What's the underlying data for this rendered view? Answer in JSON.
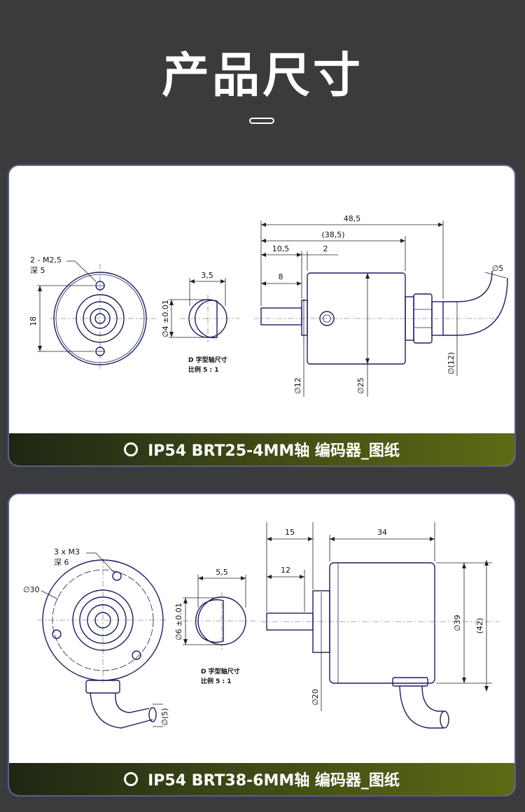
{
  "page_title": "产品尺寸",
  "drawing1": {
    "caption": "IP54 BRT25-4MM轴 编码器_图纸",
    "hole_spec_line1": "2 - M2,5",
    "hole_spec_line2": "深 5",
    "dim_18": "18",
    "dim_3_5": "3,5",
    "dim_phi4": "∅4 ±0.01",
    "shaft_note_line1": "D 字型轴尺寸",
    "shaft_note_line2": "比例 5 : 1",
    "dim_48_5": "48,5",
    "dim_38_5": "(38,5)",
    "dim_10_5": "10,5",
    "dim_2": "2",
    "dim_8": "8",
    "dim_phi5": "∅5",
    "dim_phi12": "∅12",
    "dim_phi25": "∅25",
    "dim_phi12_paren": "∅(12)"
  },
  "drawing2": {
    "caption": "IP54 BRT38-6MM轴 编码器_图纸",
    "hole_spec_line1": "3 x M3",
    "hole_spec_line2": "深 6",
    "dim_phi30": "∅30",
    "dim_5_5": "5,5",
    "dim_phi6": "∅6 ±0.01",
    "shaft_note_line1": "D 字型轴尺寸",
    "shaft_note_line2": "比例 5 : 1",
    "dim_phi5_paren": "∅(5)",
    "dim_15": "15",
    "dim_34": "34",
    "dim_12": "12",
    "dim_phi39": "∅39",
    "dim_42": "(42)",
    "dim_phi20": "∅20"
  },
  "colors": {
    "background": "#3a3b3d",
    "panel_border": "#5c5c8a",
    "drawing_line": "#1a1f5a",
    "caption_gradient_start": "#1d2613",
    "caption_gradient_end": "#5d6a14"
  }
}
